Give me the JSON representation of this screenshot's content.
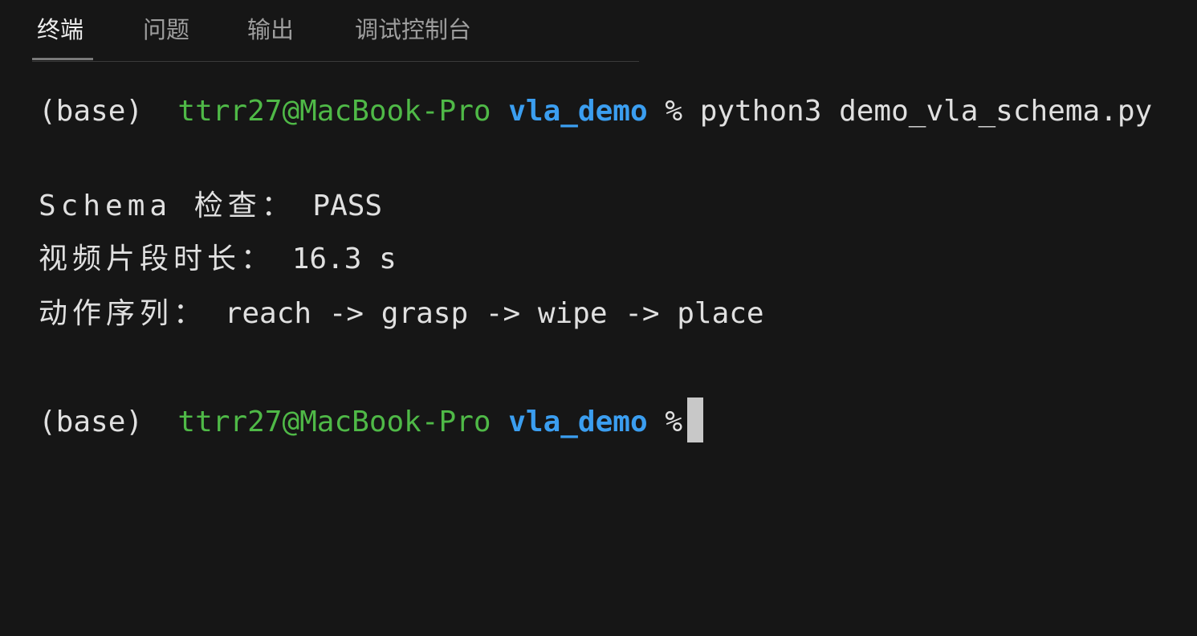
{
  "tabs": [
    {
      "label": "终端",
      "active": true
    },
    {
      "label": "问题",
      "active": false
    },
    {
      "label": "输出",
      "active": false
    },
    {
      "label": "调试控制台",
      "active": false
    }
  ],
  "terminal": {
    "prompt1": {
      "env": "(base)",
      "user_host": "ttrr27@MacBook-Pro",
      "dir": "vla_demo",
      "symbol": "%",
      "command": "python3 demo_vla_schema.py"
    },
    "output": [
      {
        "label": "Schema 检查：",
        "value": "PASS"
      },
      {
        "label": "视频片段时长：",
        "value": "16.3 s"
      },
      {
        "label": "动作序列：",
        "value": "reach -> grasp -> wipe -> place"
      }
    ],
    "prompt2": {
      "env": "(base)",
      "user_host": "ttrr27@MacBook-Pro",
      "dir": "vla_demo",
      "symbol": "%"
    }
  },
  "colors": {
    "background": "#161616",
    "user_host": "#4fb947",
    "directory": "#3b9ef0",
    "text": "#e0e0e0"
  }
}
